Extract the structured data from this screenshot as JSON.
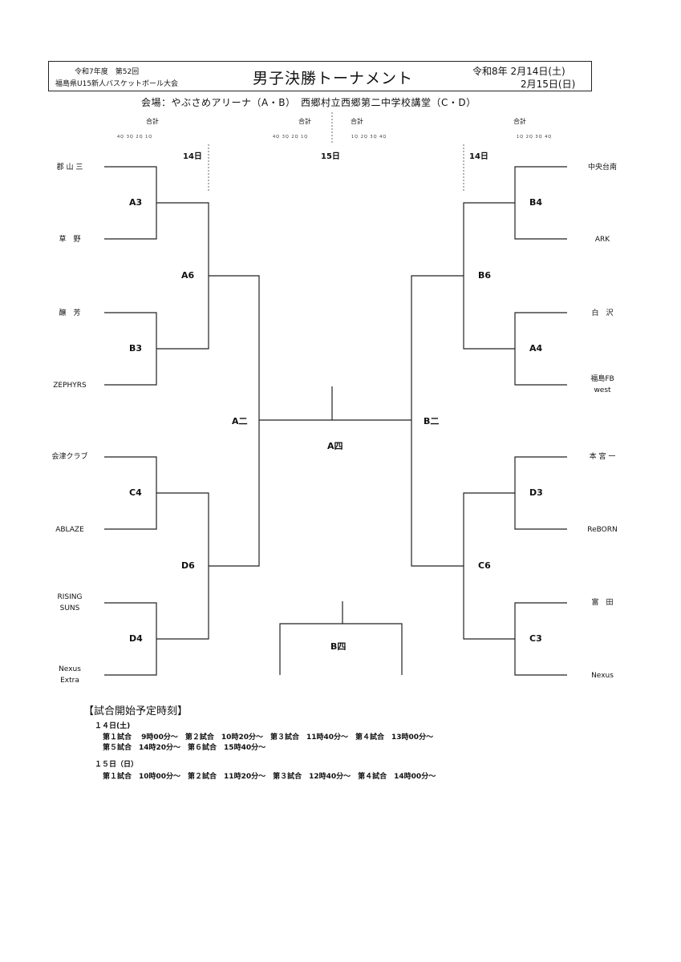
{
  "header": {
    "season": "令和7年度　第52回",
    "tournament": "福島県U15新人バスケットボール大会",
    "title": "男子決勝トーナメント",
    "date1": "令和8年  2月14日(土)",
    "date2": "2月15日(日)"
  },
  "venue": "会場：やぶさめアリーナ（A・B）　西郷村立西郷第二中学校講堂（C・D）",
  "score_header": {
    "total_label": "合計",
    "quarters_left": "4Q 3Q 2Q 1Q",
    "quarters_right": "1Q 2Q 3Q 4Q"
  },
  "days": {
    "left": "14日",
    "center": "15日",
    "right": "14日"
  },
  "teams_left": [
    "郡 山 三",
    "草　野",
    "醸　芳",
    "ZEPHYRS",
    "会津クラブ",
    "ABLAZE",
    "RISING\nSUNS",
    "Nexus\nExtra"
  ],
  "teams_right": [
    "中央台南",
    "ARK",
    "白　沢",
    "福島FB\nwest",
    "本 宮 一",
    "ReBORN",
    "富　田",
    "Nexus"
  ],
  "games": {
    "a3": "A3",
    "b3": "B3",
    "c4": "C4",
    "d4": "D4",
    "a6": "A6",
    "d6": "D6",
    "a2": "A二",
    "b4": "B4",
    "a4": "A4",
    "d3": "D3",
    "c3": "C3",
    "b6": "B6",
    "c6": "C6",
    "b2": "B二",
    "a_final": "A四",
    "b_final": "B四"
  },
  "schedule": {
    "title": "【試合開始予定時刻】",
    "day1_label": "１４日(土)",
    "day1_line1": "第１試合　 9時00分～　第２試合　10時20分～　第３試合　11時40分～　第４試合　13時00分～",
    "day1_line2": "第５試合　14時20分～　第６試合　15時40分～",
    "day2_label": "１５日（日）",
    "day2_line1": "第１試合　10時00分～　第２試合　11時20分～　第３試合　12時40分～　第４試合　14時00分～"
  },
  "colors": {
    "line": "#222222",
    "text": "#111111"
  }
}
